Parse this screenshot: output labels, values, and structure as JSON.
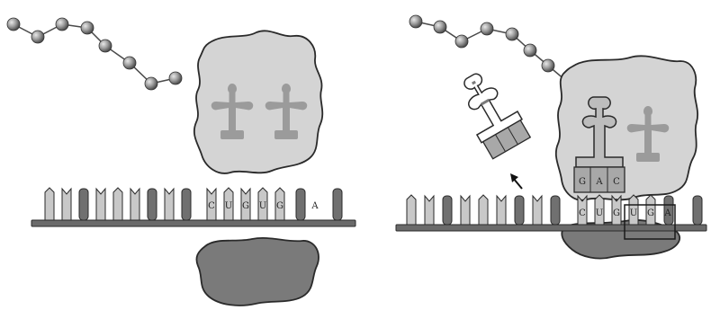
{
  "left_panel": {
    "codons": [
      "C",
      "U",
      "G",
      "U",
      "G",
      "A"
    ]
  },
  "right_panel": {
    "anticodon": [
      "G",
      "A",
      "C"
    ],
    "codon_in_site": [
      "C",
      "U",
      "G"
    ],
    "next_codon": [
      "U",
      "G",
      "A"
    ]
  },
  "colors": {
    "subunit_large": "#d6d6d6",
    "subunit_small": "#7d7d7d",
    "trna": "#8a8a8a",
    "mrna": "#5c5c5c",
    "bead": "#8f8f8f",
    "outline": "#2a2a2a"
  }
}
